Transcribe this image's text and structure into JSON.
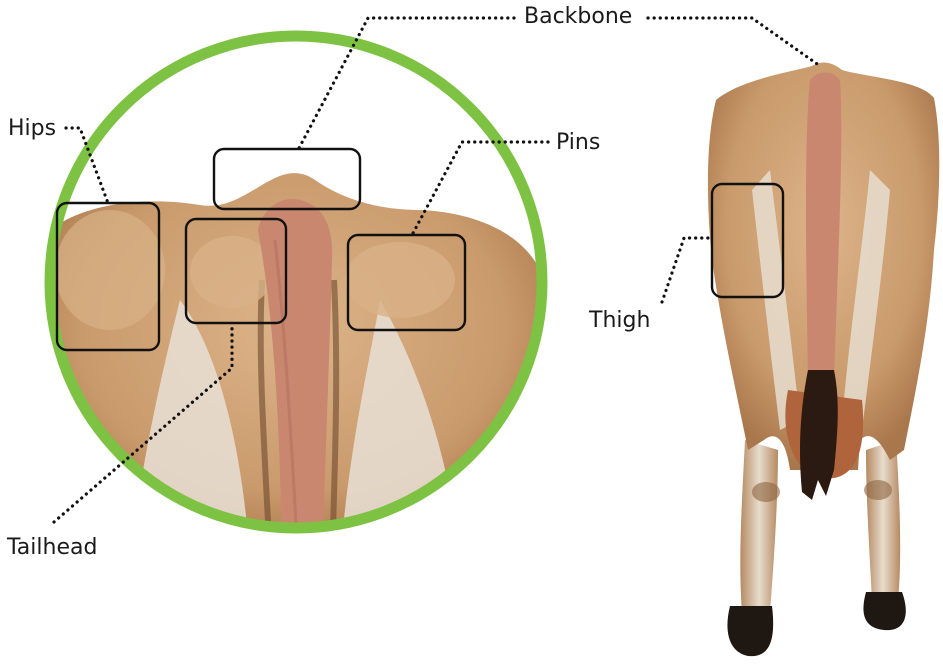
{
  "labels": {
    "backbone": "Backbone",
    "hips": "Hips",
    "pins": "Pins",
    "thigh": "Thigh",
    "tailhead": "Tailhead"
  },
  "colors": {
    "circle_ring": "#7dc242",
    "cow_hide": "#c99a6c",
    "cow_hide_light": "#dcb489",
    "cow_shadow": "#8e6440",
    "udder_inner": "#e9e1d6",
    "tail": "#c9876f",
    "switch": "#2a1a12",
    "hoof": "#1e1712",
    "box_stroke": "#111111",
    "leader_dots": "#111111"
  }
}
